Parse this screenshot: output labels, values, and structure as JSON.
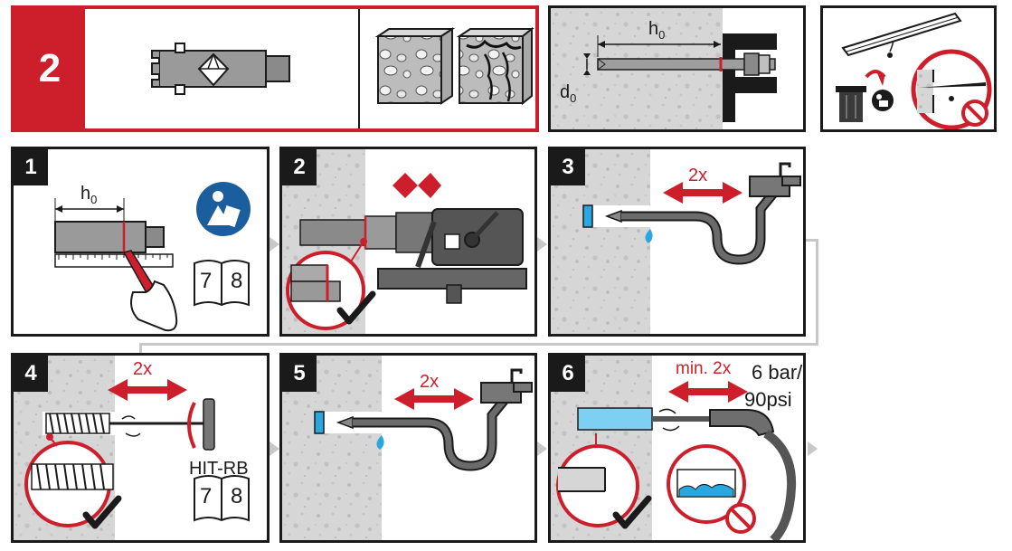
{
  "header": {
    "step_number": "2",
    "depth_label": "h",
    "depth_sub": "0",
    "diameter_label": "d",
    "diameter_sub": "0"
  },
  "steps": [
    {
      "number": "1",
      "depth_label": "h",
      "depth_sub": "0",
      "manual_pages": [
        "7",
        "8"
      ]
    },
    {
      "number": "2"
    },
    {
      "number": "3",
      "repeat": "2x"
    },
    {
      "number": "4",
      "repeat": "2x",
      "brush_label": "HIT-RB",
      "manual_pages": [
        "7",
        "8"
      ]
    },
    {
      "number": "5",
      "repeat": "2x"
    },
    {
      "number": "6",
      "repeat": "min. 2x",
      "pressure_bar": "6 bar/",
      "pressure_psi": "90psi"
    }
  ],
  "colors": {
    "brand_red": "#cc1f2b",
    "ink": "#1a1a1a",
    "water": "#2aa7df",
    "concrete": "#d4d4d4"
  }
}
